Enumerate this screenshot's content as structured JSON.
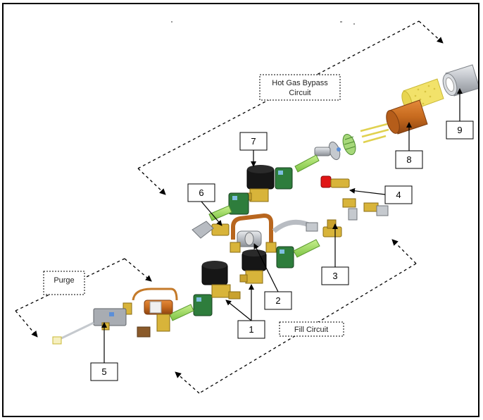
{
  "circuits": {
    "hot_gas_line1": "Hot Gas Bypass",
    "hot_gas_line2": "Circuit",
    "purge": "Purge",
    "fill": "Fill Circuit"
  },
  "callouts": {
    "c1": "1",
    "c2": "2",
    "c3": "3",
    "c4": "4",
    "c5": "5",
    "c6": "6",
    "c7": "7",
    "c8": "8",
    "c9": "9"
  },
  "colors": {
    "brass": "#d8b43a",
    "solenoid_green": "#2e7d3c",
    "solenoid_black": "#161616",
    "hose_green": "#9ad85a",
    "copper": "#c66a1e",
    "filter_yellow": "#f2e26a",
    "red_cap": "#e01515",
    "gray_part": "#b8bcc2"
  }
}
